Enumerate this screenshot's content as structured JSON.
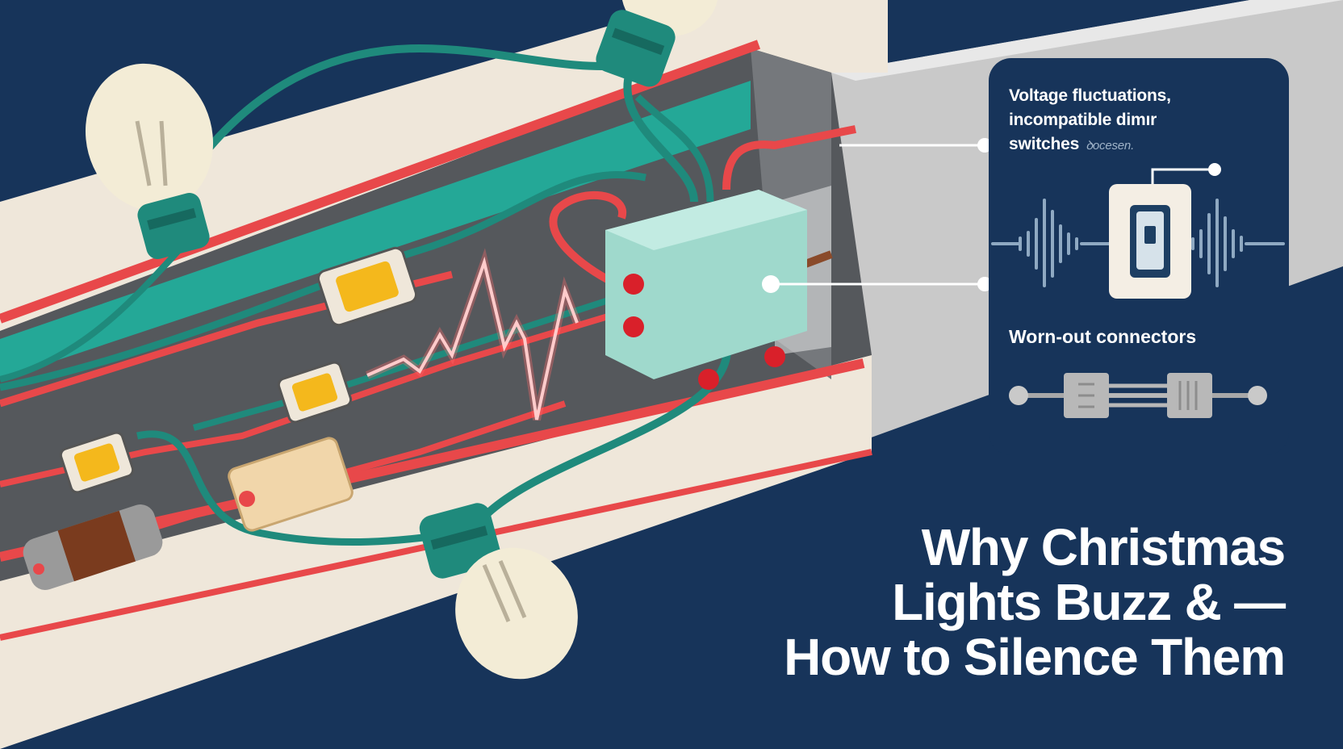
{
  "callouts": {
    "voltage_line1": "Voltage fluctuations,",
    "voltage_line2": "incompatible dimır",
    "voltage_line3": "switches",
    "voltage_faint": "ꝺocesen.",
    "connectors": "Worn-out connectors"
  },
  "title": {
    "line1": "Why Christmas",
    "line2": "Lights Buzz & —",
    "line3": "How to Silence Them"
  },
  "icons": [
    "light-bulb-icon",
    "dimmer-switch-icon",
    "sound-wave-icon",
    "connector-icon",
    "buzz-pulse-icon",
    "resistor-icon",
    "capacitor-icon",
    "junction-box-icon"
  ],
  "colors": {
    "background": "#17345a",
    "wire_red": "#e8484a",
    "wire_teal": "#1f8a7c",
    "component_yellow": "#f4b81c",
    "junction_box": "#9fd9cc",
    "panel": "#17345a",
    "wall": "#c9c9c9"
  }
}
